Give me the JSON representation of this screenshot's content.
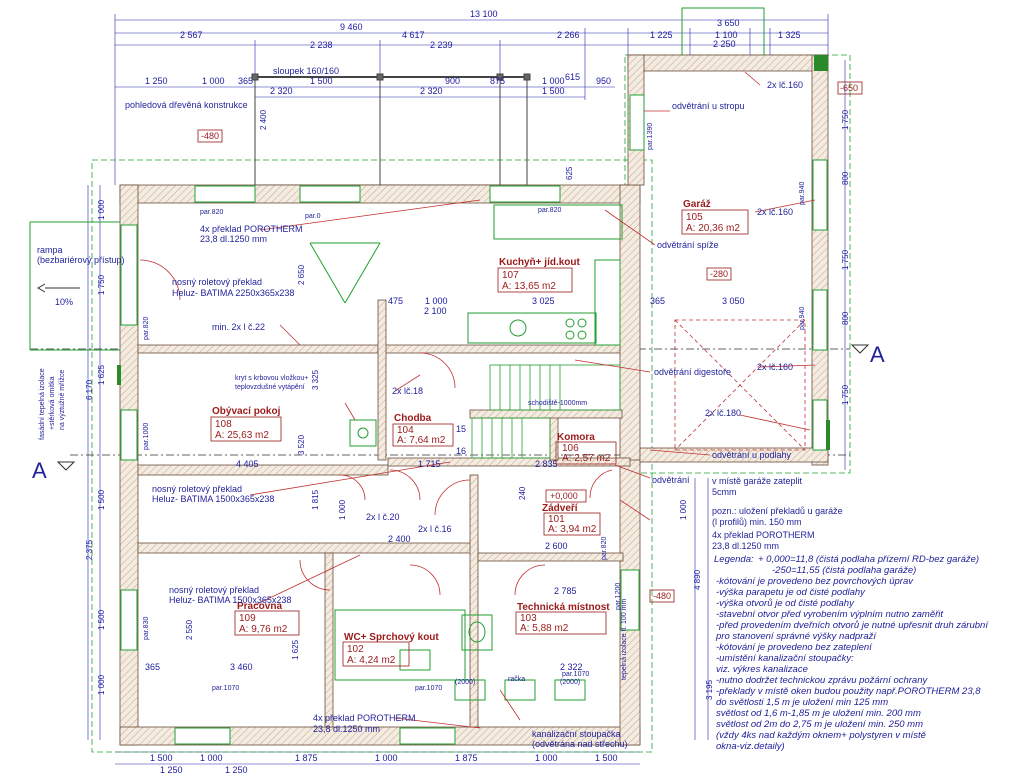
{
  "dims_top": {
    "r1": "13 100",
    "r2": [
      "9 460",
      "4 617",
      "2 266",
      "1 225",
      "3 650",
      "1 100",
      "1 325"
    ],
    "r3": [
      "2 567",
      "2 238",
      "2 239",
      "2 250"
    ],
    "r4": [
      "1 250",
      "1 000",
      "365",
      "1 500",
      "900",
      "875",
      "1 000",
      "615",
      "950"
    ],
    "r5": [
      "2 320",
      "2 320",
      "1 500"
    ]
  },
  "dims_bottom": {
    "r1": [
      "1 500",
      "1 000",
      "1 875",
      "1 000",
      "1 875",
      "1 000",
      "1 500"
    ],
    "r2": [
      "1 250",
      "1 250"
    ]
  },
  "dims_left": [
    "1 000",
    "1 750",
    "1 625",
    "6 170",
    "1 500",
    "2 375",
    "1 500",
    "1 000"
  ],
  "dims_right": [
    "1 750",
    "800",
    "1 750",
    "800",
    "1 750",
    "1 000",
    "4 890",
    "3 195"
  ],
  "dims_inner": [
    "2 400",
    "2 650",
    "475",
    "1 000",
    "3 025",
    "365",
    "3 050",
    "2 100",
    "3 325",
    "3 520",
    "4 405",
    "1 715",
    "2 835",
    "1 815",
    "2 400",
    "2 600",
    "2 785",
    "3 460",
    "2 550",
    "1 625",
    "2 322",
    "1 000",
    "240",
    "625",
    "365"
  ],
  "rooms": [
    {
      "name": "Obývací pokoj",
      "num": "108",
      "area": "A: 25,63 m2"
    },
    {
      "name": "Kuchyň+ jíd.kout",
      "num": "107",
      "area": "A: 13,65 m2"
    },
    {
      "name": "Garáž",
      "num": "105",
      "area": "A: 20,36 m2"
    },
    {
      "name": "Chodba",
      "num": "104",
      "area": "A: 7,64 m2"
    },
    {
      "name": "Komora",
      "num": "106",
      "area": "A: 2,57 m2"
    },
    {
      "name": "Zádveří",
      "num": "101",
      "area": "A: 3,94 m2"
    },
    {
      "name": "Pracovna",
      "num": "109",
      "area": "A: 9,76 m2"
    },
    {
      "name": "WC+ Sprchový kout",
      "num": "102",
      "area": "A: 4,24 m2"
    },
    {
      "name": "Technická místnost",
      "num": "103",
      "area": "A: 5,88 m2"
    }
  ],
  "levels": {
    "house": "+0,000",
    "minus480a": "-480",
    "minus280": "-280",
    "minus480b": "-480",
    "l650": "-650"
  },
  "labels": {
    "sloupek": "sloupek 160/160",
    "pohledova": "pohledová dřevěná konstrukce",
    "preklad_top_1": "4x překlad POROTHERM",
    "preklad_top_2": "23,8 dl.1250 mm",
    "rampa_1": "rampa",
    "rampa_2": "(bezbariérový přístup)",
    "slope": "10%",
    "nosny1_1": "nosný roletový překlad",
    "nosny1_2": "Heluz- BATIMA 2250x365x238",
    "min2": "min. 2x l č.22",
    "fasadni_1": "fasádní tepelná izolace",
    "fasadni_2": "+stěrková omítka",
    "fasadni_3": "na výztužné mřížce",
    "kryt_1": "kryt s krbovou vložkou+",
    "kryt_2": "teplovzdušné vytápění",
    "lc18": "2x lč.18",
    "lc20": "2x l č.20",
    "lc16": "2x l č.16",
    "nosny2_1": "nosný roletový překlad",
    "nosny2_2": "Heluz- BATIMA 1500x365x238",
    "nosny3_1": "nosný roletový překlad",
    "nosny3_2": "Heluz- BATIMA 1500x365x238",
    "preklad_bot_1": "4x překlad POROTHERM",
    "preklad_bot_2": "23,8 dl.1250 mm",
    "kanal_1": "kanalizační stoupačka",
    "kanal_2": "(odvětrána nad střechu)",
    "odv_strop": "odvětrání u stropu",
    "odv_spize": "odvětrání spíže",
    "odv_digestore": "odvětrání digestoře",
    "odv_podlahy": "odvětrání u podlahy",
    "odv": "odvětrání",
    "zateplit_1": "v místě garáže zateplit",
    "zateplit_2": "5cmm",
    "lc160a": "2x lč.160",
    "lc160b": "2x lč.160",
    "lc160c": "2x lč.160",
    "lc180": "2x lč.180",
    "pozn_1": "pozn.: uložení překladů u garáže",
    "pozn_2": "(l profilů) min. 150 mm",
    "prekl_right_1": "4x překlad POROTHERM",
    "prekl_right_2": "23,8 dl.1250 mm",
    "schod": "schodiště-1000mm",
    "tech_wall": "tepelná izolace tl. 100 mm",
    "d2000a": "(2000)",
    "d2000b": "(2000)",
    "racka": "račka",
    "section_a": "A",
    "stair_nums": [
      "15",
      "16"
    ],
    "par": [
      "par.820",
      "par.0",
      "par.820",
      "par.1070",
      "par.1070",
      "par.1070",
      "par.820",
      "par.1000",
      "par.1390",
      "par.940",
      "par.940",
      "par.830",
      "par.820",
      "par.1200"
    ]
  },
  "legend": {
    "title": "Legenda:",
    "items": [
      "+ 0,000=11,8 (čistá podlaha přízemí RD-bez garáže)",
      "-250=11,55   (čistá podlaha garáže)",
      "-kótování je provedeno bez povrchových úprav",
      "-výška parapetu je od čisté podlahy",
      "-výška otvorů je od čisté podlahy",
      "-stavební otvor před vyrobením výplním nutno zaměřit",
      "-před provedením dveřních otvorů je nutné upřesnit druh zárubní",
      " pro stanovení správné výšky nadpraží",
      "-kótování je provedeno bez zateplení",
      "-umístění kanalizační stoupačky:",
      "   viz. výkres kanalizace",
      "-nutno dodržet technickou zprávu požární ochrany",
      "-překlady v místě oken budou použity např.POROTHERM 23,8",
      " do světlosti 1,5 m je uložení min 125 mm",
      " světlost od 1,6 m-1,85 m je uložení min. 200 mm",
      " světlost od 2m do 2,75 m je uložení min. 250 mm",
      " (vždy 4ks nad každým oknem+ polystyren v místě",
      " okna-viz.detaily)"
    ]
  }
}
